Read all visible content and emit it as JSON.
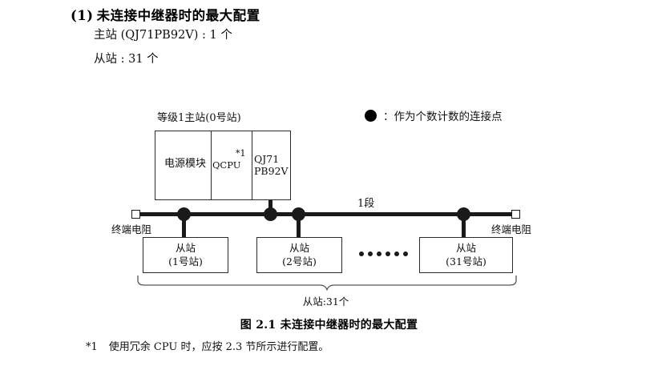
{
  "heading": {
    "number": "(1)",
    "title": "未连接中继器时的最大配置"
  },
  "spec": {
    "master": "主站 (QJ71PB92V) : 1 个",
    "slave": "从站 : 31 个"
  },
  "legend": {
    "symbol": "filled-circle",
    "text": "：作为个数计数的连接点"
  },
  "diagram": {
    "master_label": "等级1主站(0号站)",
    "segment_label": "1段",
    "rack": {
      "power_module": "电源模块",
      "cpu": "QCPU",
      "cpu_footnote_mark": "*1",
      "network_module_line1": "QJ71",
      "network_module_line2": "PB92V"
    },
    "terminators": {
      "left_label": "终端电阻",
      "right_label": "终端电阻"
    },
    "slaves": [
      {
        "name": "从站",
        "station": "(1号站)"
      },
      {
        "name": "从站",
        "station": "(2号站)"
      },
      {
        "name": "从站",
        "station": "(31号站)"
      }
    ],
    "ellipsis_dot_count": 6,
    "brace_caption": "从站:31个"
  },
  "figure_caption": "图 2.1  未连接中继器时的最大配置",
  "footnote": {
    "mark": "*1",
    "text": "使用冗余 CPU 时，应按 2.3 节所示进行配置。"
  },
  "colors": {
    "ink": "#1a1a1a",
    "line": "#2b2b2b",
    "paper": "#ffffff"
  }
}
